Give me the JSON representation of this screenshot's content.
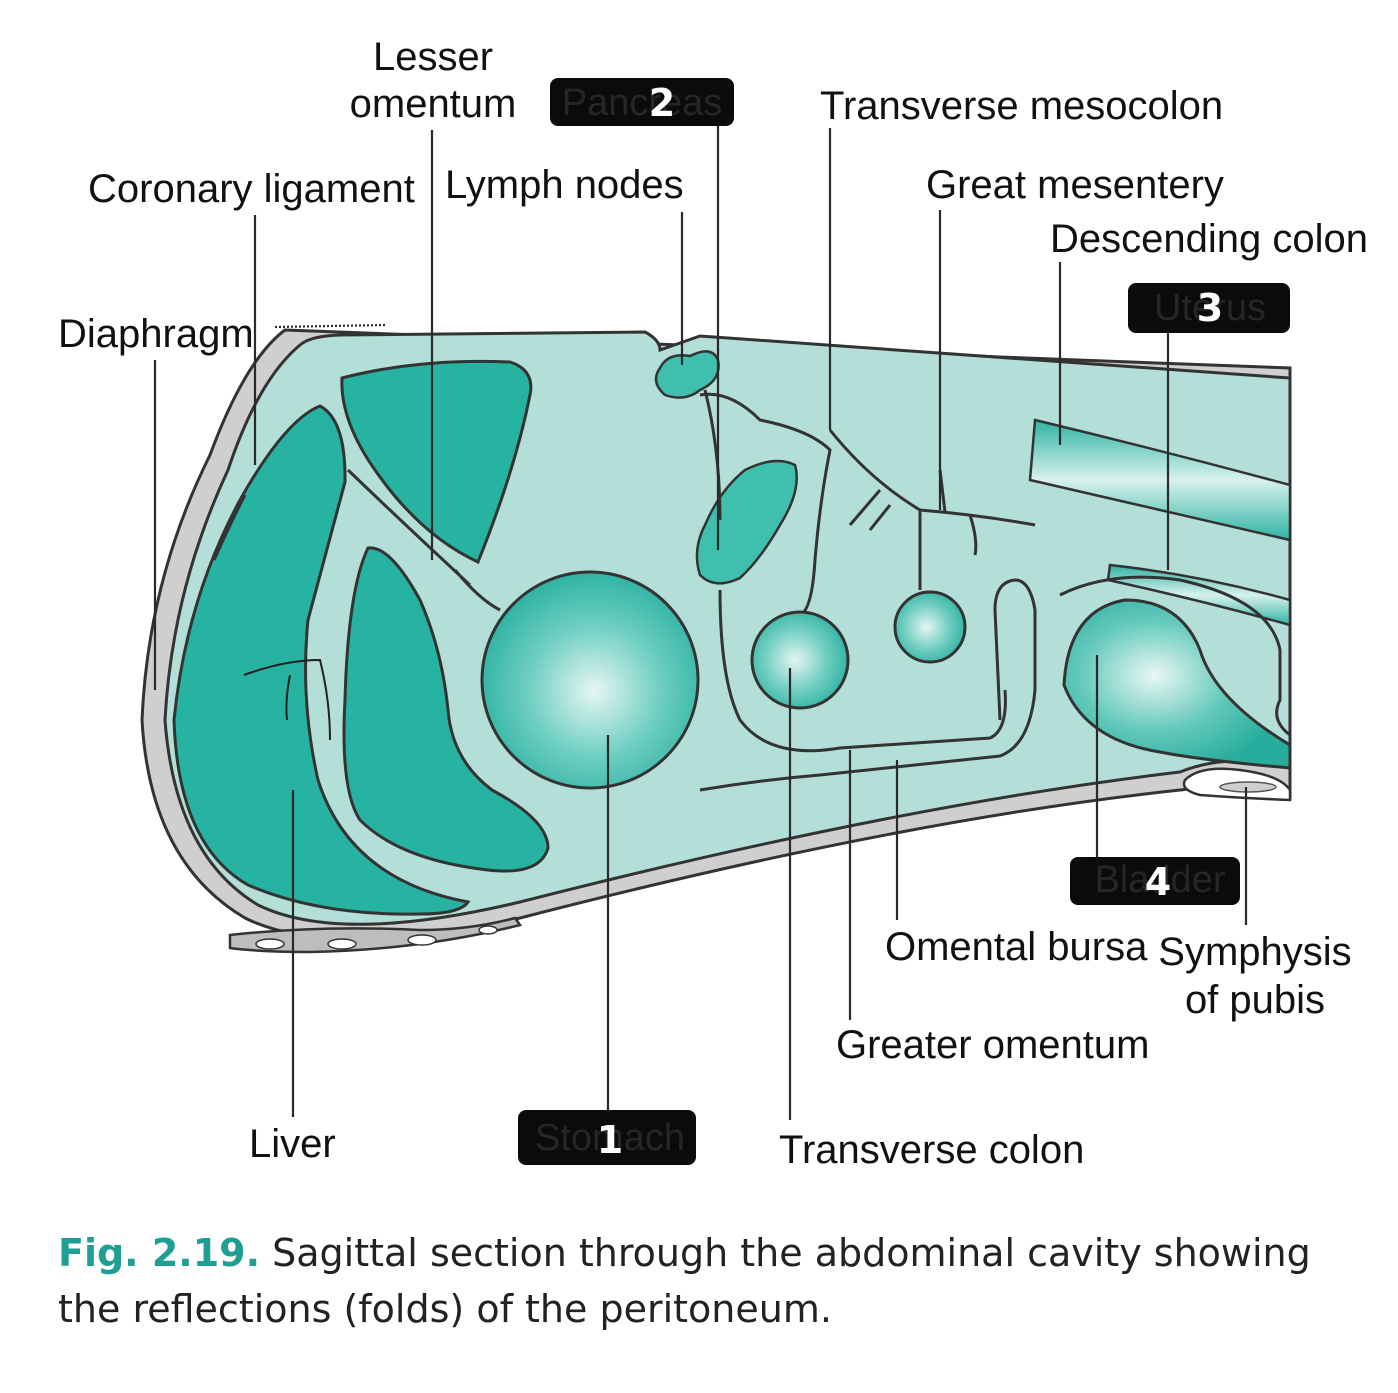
{
  "labels": {
    "lesser_omentum": [
      "Lesser",
      "omentum"
    ],
    "transverse_mesocolon": "Transverse mesocolon",
    "coronary_ligament": "Coronary ligament",
    "lymph_nodes": "Lymph nodes",
    "great_mesentery": "Great mesentery",
    "descending_colon": "Descending colon",
    "diaphragm": "Diaphragm",
    "omental_bursa": "Omental bursa",
    "symphysis_pubis": [
      "Symphysis",
      "of pubis"
    ],
    "greater_omentum": "Greater omentum",
    "liver": "Liver",
    "transverse_colon": "Transverse colon"
  },
  "redacted": [
    {
      "number": "1",
      "hidden_text": "Stomach"
    },
    {
      "number": "2",
      "hidden_text": "Pancreas"
    },
    {
      "number": "3",
      "hidden_text": "Uterus"
    },
    {
      "number": "4",
      "hidden_text": "Bladder"
    }
  ],
  "caption": {
    "figure": "Fig. 2.19.",
    "text": "Sagittal section through the abdominal cavity showing the reflections (folds) of the peritoneum."
  },
  "colors": {
    "organ_dark": "#26b3a2",
    "cavity_light": "#b4ded8",
    "peritoneum_gray": "#cfcfcf",
    "outline": "#333333",
    "caption_accent": "#1f9e94"
  }
}
